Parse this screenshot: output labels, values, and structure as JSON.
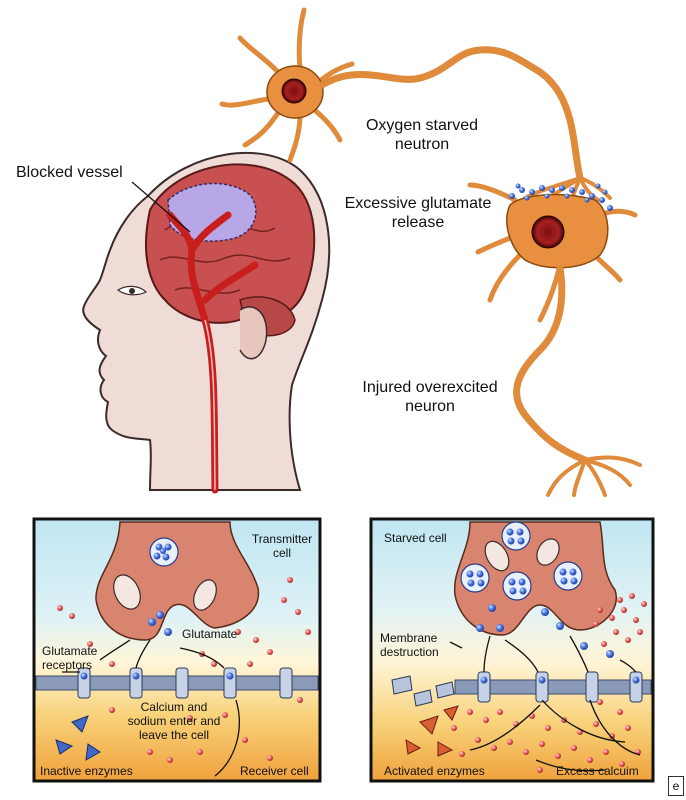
{
  "top": {
    "blocked_vessel": "Blocked vessel",
    "oxygen_starved": "Oxygen starved neutron",
    "excessive_glutamate": "Excessive glutamate release",
    "injured_neuron": "Injured overexcited neuron"
  },
  "left_panel": {
    "transmitter_cell": "Transmitter cell",
    "glutamate_receptors": "Glutamate receptors",
    "glutamate": "Glutamate",
    "calcium_sodium": "Calcium and sodium enter and leave the cell",
    "inactive_enzymes": "Inactive enzymes",
    "receiver_cell": "Receiver cell"
  },
  "right_panel": {
    "starved_cell": "Starved cell",
    "membrane_destruction": "Membrane destruction",
    "activated_enzymes": "Activated enzymes",
    "excess_calcium": "Excess calcuim"
  },
  "corner_mark": "e",
  "colors": {
    "neuron_orange": "#e08a3c",
    "artery_red": "#c81e1e",
    "glutamate_blue": "#3a62d8",
    "calcium_red": "#e05050",
    "cell_pink": "#d9846f"
  }
}
